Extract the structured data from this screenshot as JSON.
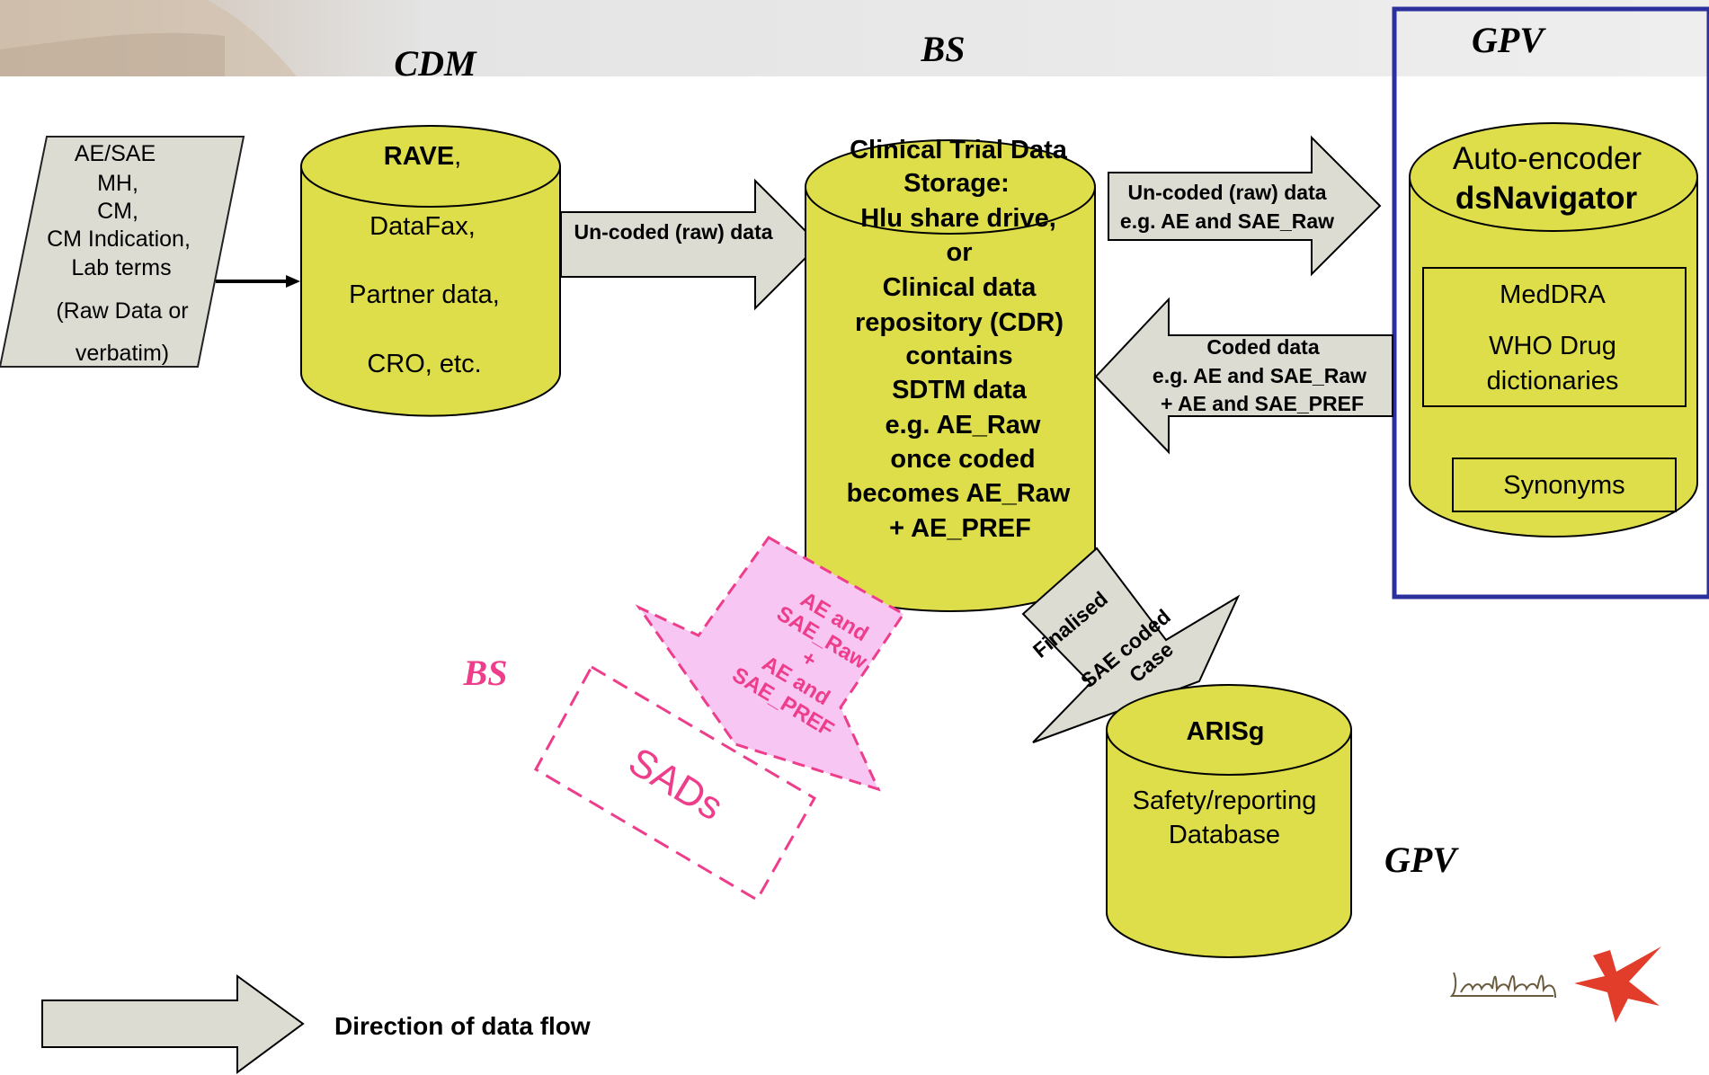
{
  "headings": {
    "cdm": "CDM",
    "bs_top": "BS",
    "gpv_top": "GPV",
    "bs_pink": "BS",
    "gpv_bottom": "GPV"
  },
  "source_box": {
    "lines": [
      "AE/SAE",
      "MH,",
      "CM,",
      "CM Indication,",
      "Lab terms",
      "(Raw Data or",
      "verbatim)"
    ]
  },
  "rave_db": {
    "title": "RAVE",
    "title_suffix": ",",
    "lines": [
      "DataFax,",
      "Partner data,",
      "CRO, etc."
    ]
  },
  "arrow_raw_1": {
    "label": "Un-coded (raw) data"
  },
  "storage_db": {
    "lines": [
      "Clinical Trial Data",
      "Storage:",
      "Hlu share drive,",
      "or",
      "Clinical data",
      "repository (CDR)",
      "contains",
      "SDTM data",
      "e.g. AE_Raw",
      "once coded",
      "becomes AE_Raw",
      "+ AE_PREF"
    ]
  },
  "arrow_raw_2": {
    "lines": [
      "Un-coded (raw) data",
      "e.g. AE and SAE_Raw"
    ]
  },
  "arrow_coded": {
    "lines": [
      "Coded data",
      "e.g. AE and SAE_Raw",
      "+ AE and SAE_PREF"
    ]
  },
  "gpv_db": {
    "title": "Auto-encoder",
    "subtitle": "dsNavigator",
    "dictionaries": [
      "MedDRA",
      "WHO Drug",
      "dictionaries"
    ],
    "synonyms": "Synonyms"
  },
  "pink_arrow": {
    "lines": [
      "AE and",
      "SAE_Raw",
      "+",
      "AE and",
      "SAE_PREF"
    ]
  },
  "sads": {
    "label": "SADs"
  },
  "finalised_arrow": {
    "lines": [
      "Finalised",
      "SAE coded",
      "Case"
    ]
  },
  "arisg_db": {
    "title": "ARISg",
    "lines": [
      "Safety/reporting",
      "Database"
    ]
  },
  "legend": {
    "label": "Direction of data flow"
  },
  "logo": {
    "wordmark": "Lundbeck"
  },
  "colors": {
    "cylinder_fill": "#dede4a",
    "arrow_fill": "#dcdcd2",
    "pink": "#ee3d8b",
    "pink_fill": "#f7c6f3",
    "gpv_border": "#2c309c",
    "star": "#e23c2a"
  }
}
